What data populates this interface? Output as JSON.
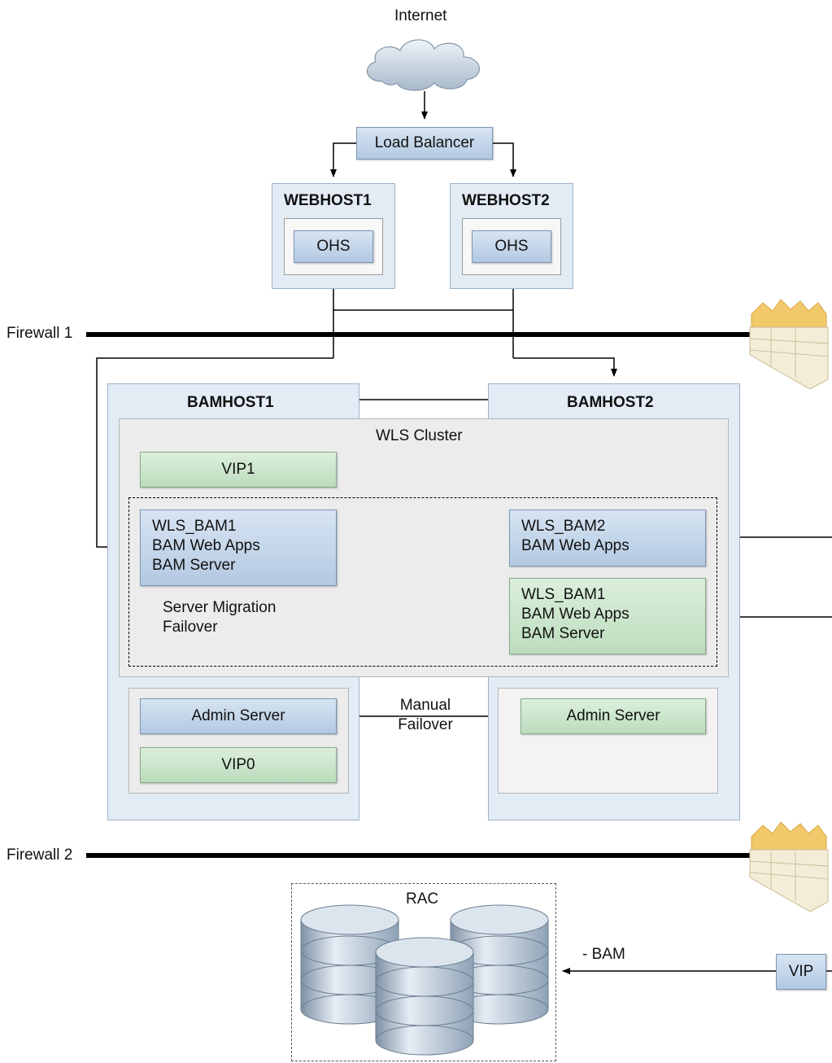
{
  "internet": {
    "label": "Internet",
    "icon": "cloud-icon"
  },
  "load_balancer": {
    "label": "Load Balancer"
  },
  "webhosts": [
    {
      "name": "WEBHOST1",
      "component": "OHS"
    },
    {
      "name": "WEBHOST2",
      "component": "OHS"
    }
  ],
  "firewalls": [
    {
      "label": "Firewall 1",
      "icon": "firewall-icon"
    },
    {
      "label": "Firewall 2",
      "icon": "firewall-icon"
    }
  ],
  "bamhost1": {
    "name": "BAMHOST1"
  },
  "bamhost2": {
    "name": "BAMHOST2"
  },
  "cluster": {
    "label": "WLS Cluster"
  },
  "vip1": {
    "label": "VIP1"
  },
  "wls_bam1_primary": {
    "line1": "WLS_BAM1",
    "line2": "BAM Web Apps",
    "line3": "BAM Server"
  },
  "wls_bam2": {
    "line1": "WLS_BAM2",
    "line2": "BAM Web Apps"
  },
  "wls_bam1_migrated": {
    "line1": "WLS_BAM1",
    "line2": "BAM Web Apps",
    "line3": "BAM Server"
  },
  "server_migration": {
    "line1": "Server Migration",
    "line2": "Failover"
  },
  "admin1": {
    "label": "Admin Server"
  },
  "vip0": {
    "label": "VIP0"
  },
  "manual_failover": {
    "line1": "Manual",
    "line2": "Failover"
  },
  "admin2": {
    "label": "Admin Server"
  },
  "rac": {
    "label": "RAC",
    "icon": "database-icon"
  },
  "bam_label": "- BAM",
  "vip": {
    "label": "VIP"
  },
  "colors": {
    "host_blue": "#e3ecf5",
    "server_blue": "#b3c9e2",
    "server_green": "#bcdcbd",
    "firewall_line": "#000000"
  }
}
